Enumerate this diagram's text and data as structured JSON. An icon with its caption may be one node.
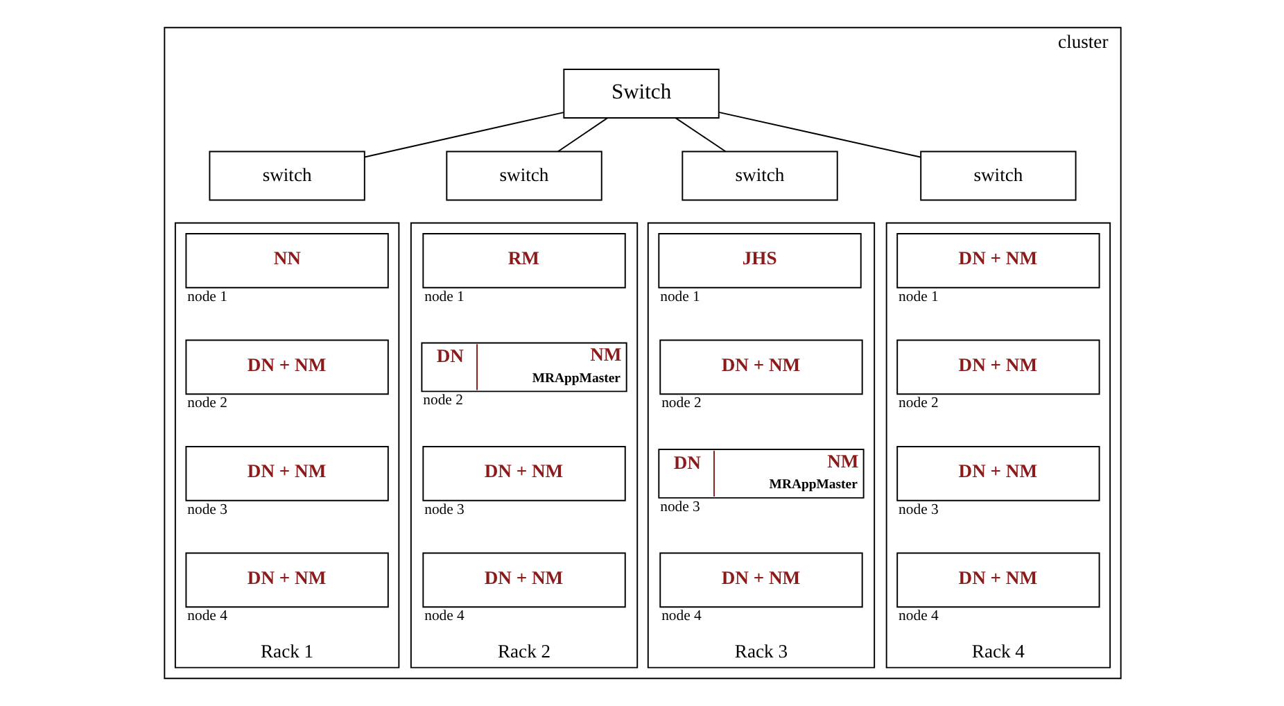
{
  "diagram": {
    "nodes": [
      {
        "text": [
          "cluster"
        ]
      },
      {
        "text": [
          "Switch"
        ],
        "in": 0
      },
      {
        "text": [
          "switch"
        ],
        "in": 0
      },
      {
        "text": [
          "Rack 1"
        ],
        "in": 0
      },
      {
        "text": [
          "NN"
        ],
        "in": 3,
        "beside": [
          "node 1"
        ]
      },
      {
        "text": [
          "DN + NM"
        ],
        "in": 3,
        "beside": [
          "node 2"
        ]
      },
      {
        "text": [
          "DN + NM"
        ],
        "in": 3,
        "beside": [
          "node 3"
        ]
      },
      {
        "text": [
          "DN + NM"
        ],
        "in": 3,
        "beside": [
          "node 4"
        ]
      },
      {
        "text": [
          "switch"
        ],
        "in": 0
      },
      {
        "text": [
          "Rack 2"
        ],
        "in": 0
      },
      {
        "text": [
          "RM"
        ],
        "in": 9,
        "beside": [
          "node 1"
        ]
      },
      {
        "text": [
          "DN",
          "NM",
          "MRAppMaster"
        ],
        "in": 9,
        "beside": [
          "node 2"
        ]
      },
      {
        "text": [
          "DN + NM"
        ],
        "in": 9,
        "beside": [
          "node 3"
        ]
      },
      {
        "text": [
          "DN + NM"
        ],
        "in": 9,
        "beside": [
          "node 4"
        ]
      },
      {
        "text": [
          "switch"
        ],
        "in": 0
      },
      {
        "text": [
          "Rack 3"
        ],
        "in": 0
      },
      {
        "text": [
          "JHS"
        ],
        "in": 15,
        "beside": [
          "node 1"
        ]
      },
      {
        "text": [
          "DN + NM"
        ],
        "in": 15,
        "beside": [
          "node 2"
        ]
      },
      {
        "text": [
          "DN",
          "NM",
          "MRAppMaster"
        ],
        "in": 15,
        "beside": [
          "node 3"
        ]
      },
      {
        "text": [
          "DN + NM"
        ],
        "in": 15,
        "beside": [
          "node 4"
        ]
      },
      {
        "text": [
          "switch"
        ],
        "in": 0
      },
      {
        "text": [
          "Rack 4"
        ],
        "in": 0
      },
      {
        "text": [
          "DN + NM"
        ],
        "in": 21,
        "beside": [
          "node 1"
        ]
      },
      {
        "text": [
          "DN + NM"
        ],
        "in": 21,
        "beside": [
          "node 2"
        ]
      },
      {
        "text": [
          "DN + NM"
        ],
        "in": 21,
        "beside": [
          "node 3"
        ]
      },
      {
        "text": [
          "DN + NM"
        ],
        "in": 21,
        "beside": [
          "node 4"
        ]
      }
    ],
    "edges": [
      {
        "from": 1,
        "to": 2,
        "arrow": "none"
      },
      {
        "from": 1,
        "to": 8,
        "arrow": "none"
      },
      {
        "from": 1,
        "to": 14,
        "arrow": "none"
      },
      {
        "from": 1,
        "to": 20,
        "arrow": "none"
      }
    ]
  }
}
